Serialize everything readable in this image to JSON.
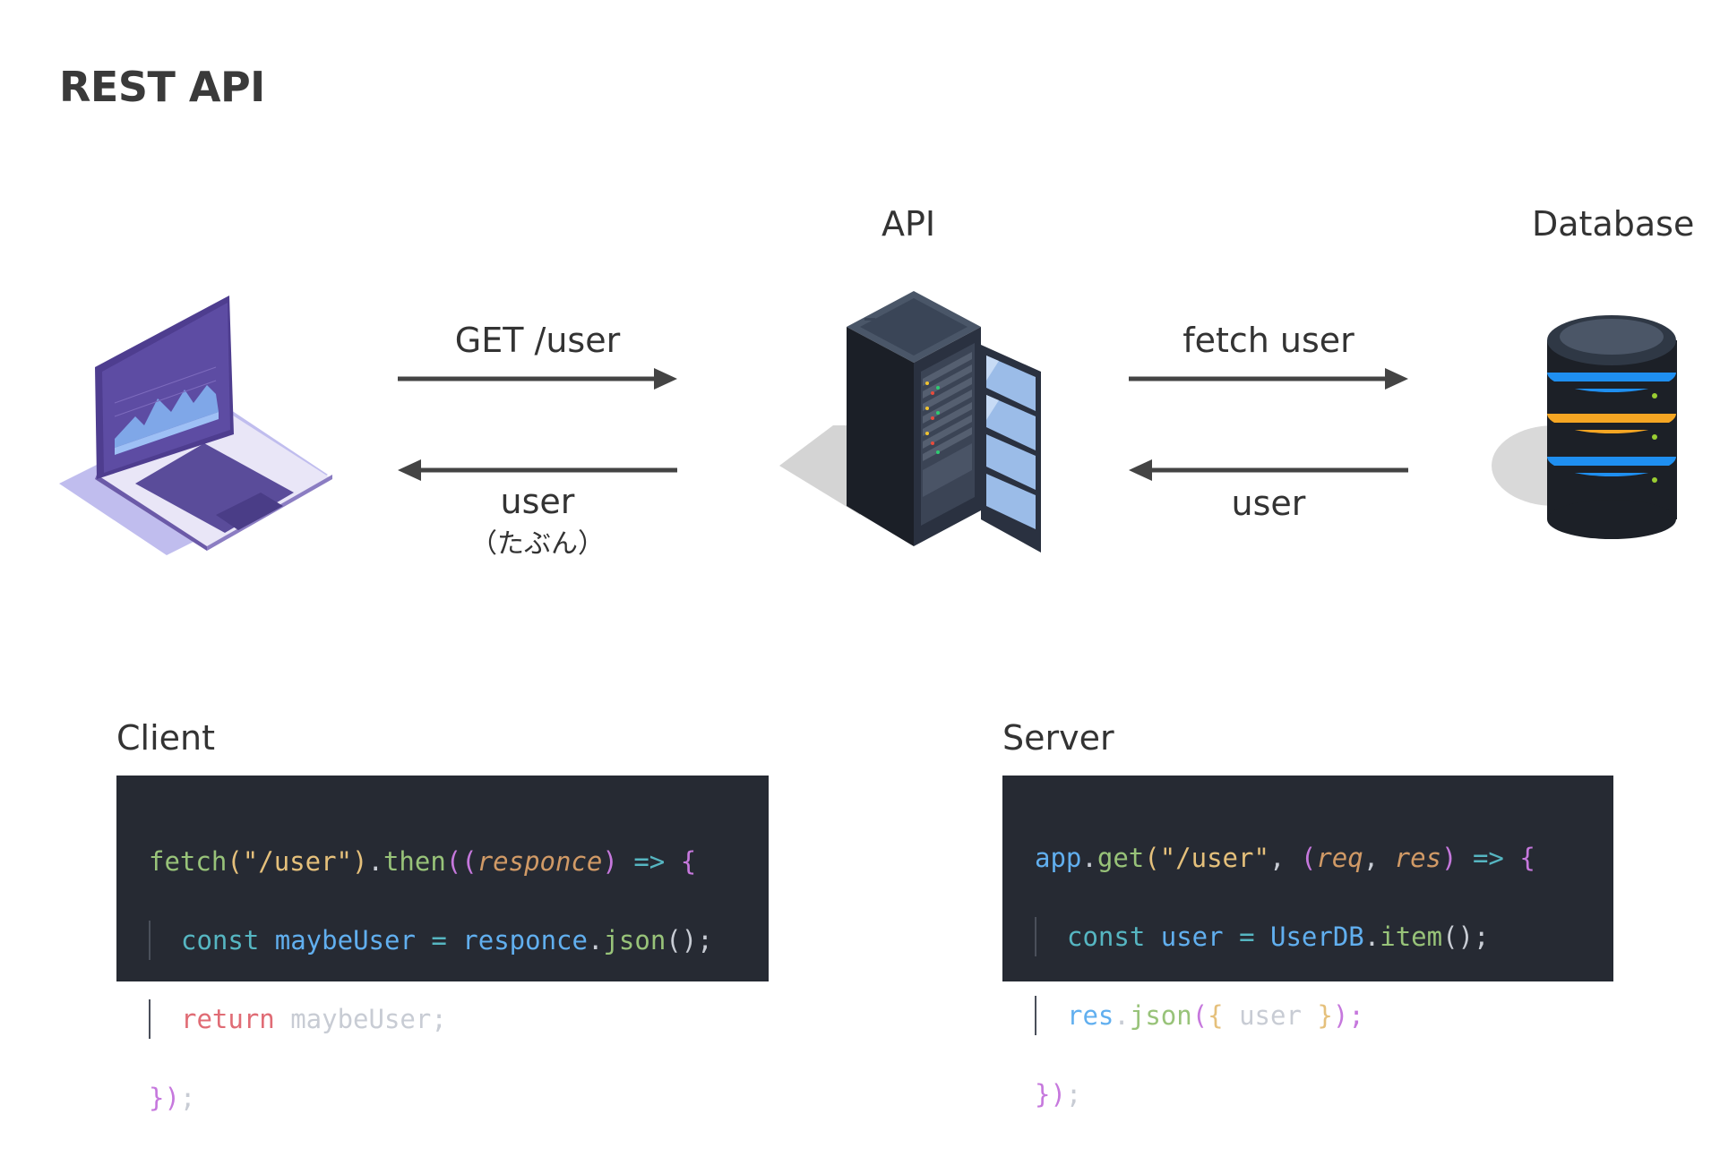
{
  "title": "REST API",
  "nodes": {
    "api_label": "API",
    "database_label": "Database"
  },
  "arrows": {
    "client_to_api": "GET /user",
    "api_to_client": "user",
    "api_to_client_note": "（たぶん）",
    "api_to_db": "fetch user",
    "db_to_api": "user"
  },
  "sections": {
    "client_label": "Client",
    "server_label": "Server"
  },
  "client_code": {
    "l1_fetch": "fetch",
    "l1_paren_open": "(",
    "l1_string": "\"/user\"",
    "l1_paren_close": ")",
    "l1_dot": ".",
    "l1_then": "then",
    "l1_open2": "((",
    "l1_param": "responce",
    "l1_close_p": ")",
    "l1_arrow": " => ",
    "l1_brace": "{",
    "l2_const": "const ",
    "l2_var": "maybeUser",
    "l2_eq": " = ",
    "l2_obj": "responce",
    "l2_dot": ".",
    "l2_json": "json",
    "l2_call": "();",
    "l3_return": "return ",
    "l3_var": "maybeUser;",
    "l4_close": "})",
    "l4_semi": ";"
  },
  "server_code": {
    "l1_app": "app",
    "l1_dot": ".",
    "l1_get": "get",
    "l1_paren_open": "(",
    "l1_string": "\"/user\"",
    "l1_comma": ", ",
    "l1_open2": "(",
    "l1_req": "req",
    "l1_comma2": ", ",
    "l1_res": "res",
    "l1_close_p": ")",
    "l1_arrow": " => ",
    "l1_brace": "{",
    "l2_const": "const ",
    "l2_var": "user",
    "l2_eq": " = ",
    "l2_obj": "UserDB",
    "l2_dot": ".",
    "l2_item": "item",
    "l2_call": "();",
    "l3_res": "res",
    "l3_dot": ".",
    "l3_json": "json",
    "l3_open": "(",
    "l3_brace_open": "{",
    "l3_user": " user ",
    "l3_brace_close": "}",
    "l3_close": ");",
    "l4_close": "})",
    "l4_semi": ";"
  },
  "colors": {
    "code_bg": "#262a33",
    "arrow": "#444444",
    "laptop_purple": "#5b4a9e",
    "db_blue": "#1f8ff0",
    "db_orange": "#f5a623"
  },
  "icons": [
    "laptop-icon",
    "server-rack-icon",
    "database-icon"
  ]
}
